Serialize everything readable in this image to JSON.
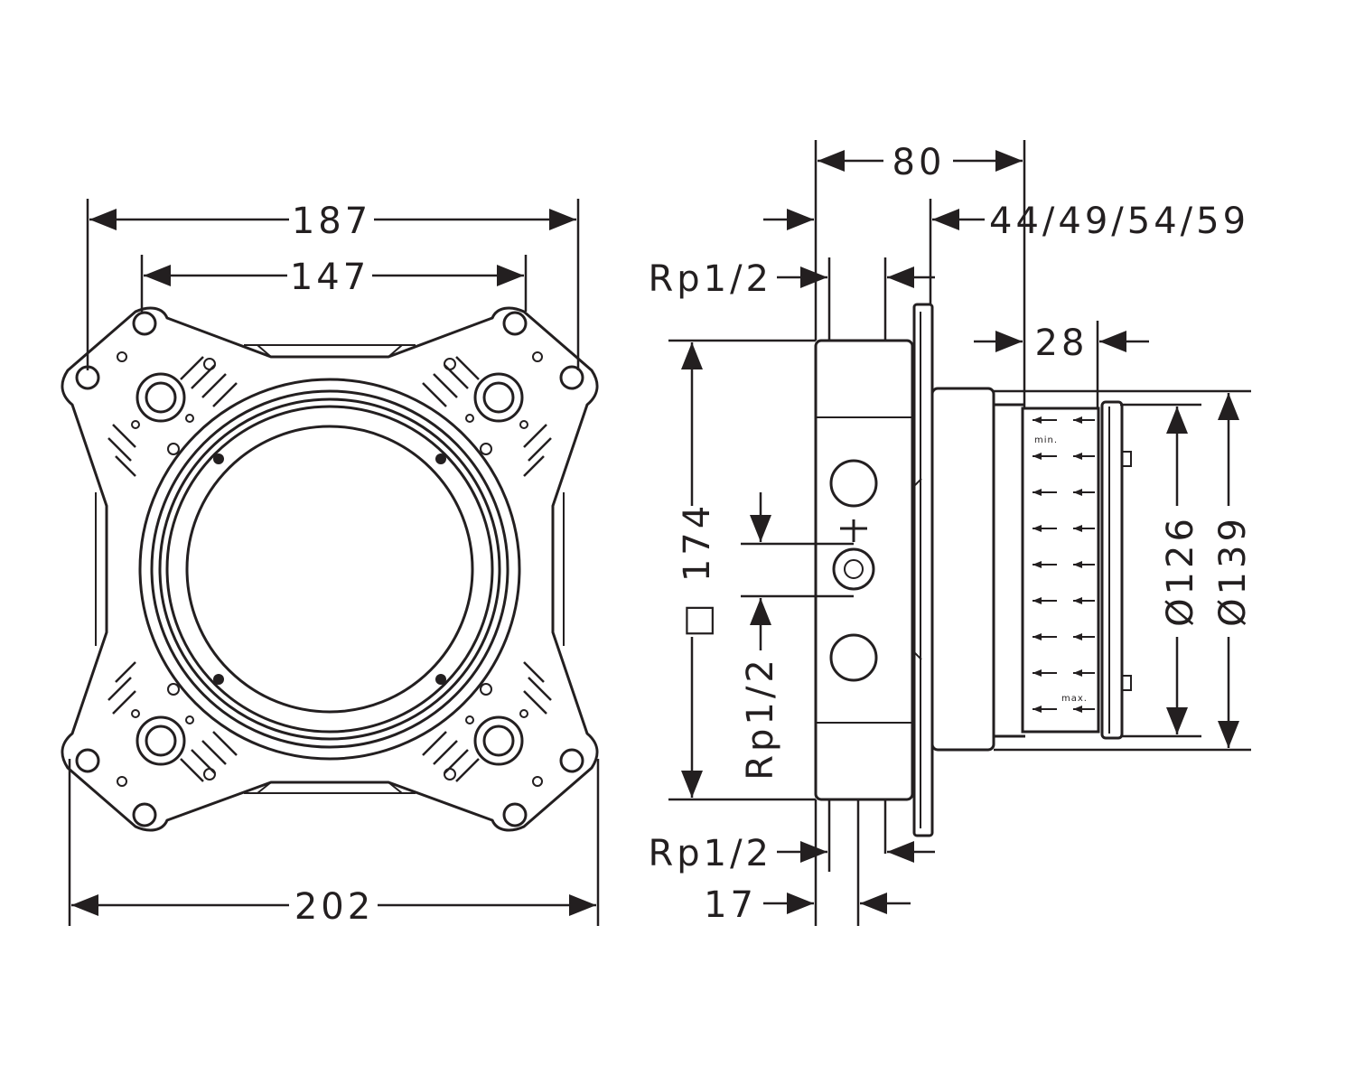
{
  "dimensions": {
    "width_187": "187",
    "width_147": "147",
    "width_202": "202",
    "depth_80": "80",
    "adjust_range": "44/49/54/59",
    "ring_28": "28",
    "thread_top": "Rp1/2",
    "thread_side": "Rp1/2",
    "thread_bottom": "Rp1/2",
    "depth_17": "17",
    "square_174": "174",
    "square_symbol": "□",
    "dia_126": "Ø126",
    "dia_139": "Ø139",
    "min_label": "min.",
    "max_label": "max."
  },
  "colors": {
    "line": "#231f20",
    "background": "#ffffff"
  }
}
